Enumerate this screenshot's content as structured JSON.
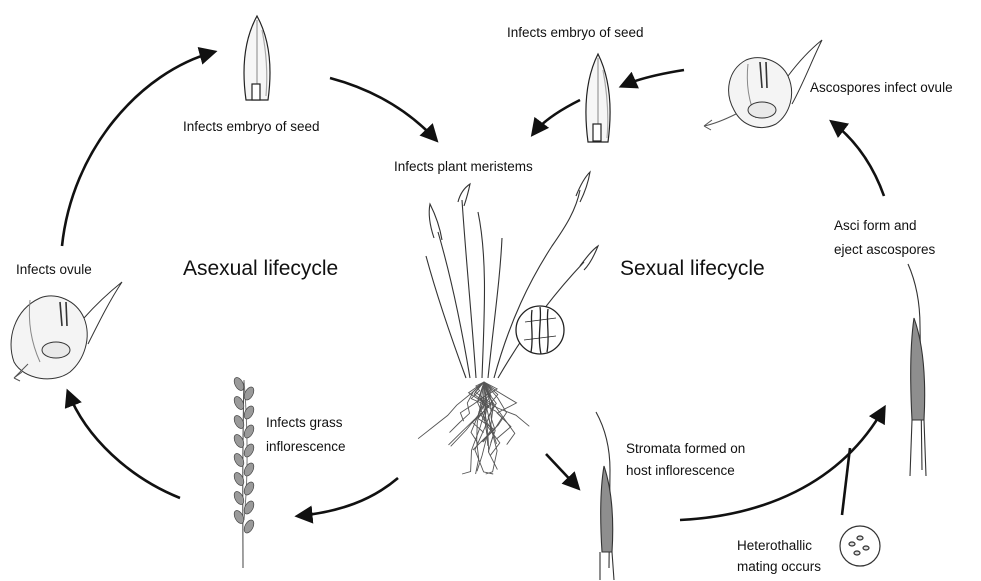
{
  "cycles": {
    "asexual_title": "Asexual lifecycle",
    "sexual_title": "Sexual lifecycle"
  },
  "stages": {
    "embryo_left": "Infects embryo of seed",
    "embryo_right": "Infects embryo of seed",
    "meristems": "Infects plant meristems",
    "ovule_left": "Infects ovule",
    "ascospores_infect": "Ascospores infect ovule",
    "asci_line1": "Asci form and",
    "asci_line2": "eject ascospores",
    "grass_line1": "Infects grass",
    "grass_line2": "inflorescence",
    "stromata_line1": "Stromata formed on",
    "stromata_line2": "host inflorescence",
    "mating_line1": "Heterothallic",
    "mating_line2": "mating occurs"
  }
}
